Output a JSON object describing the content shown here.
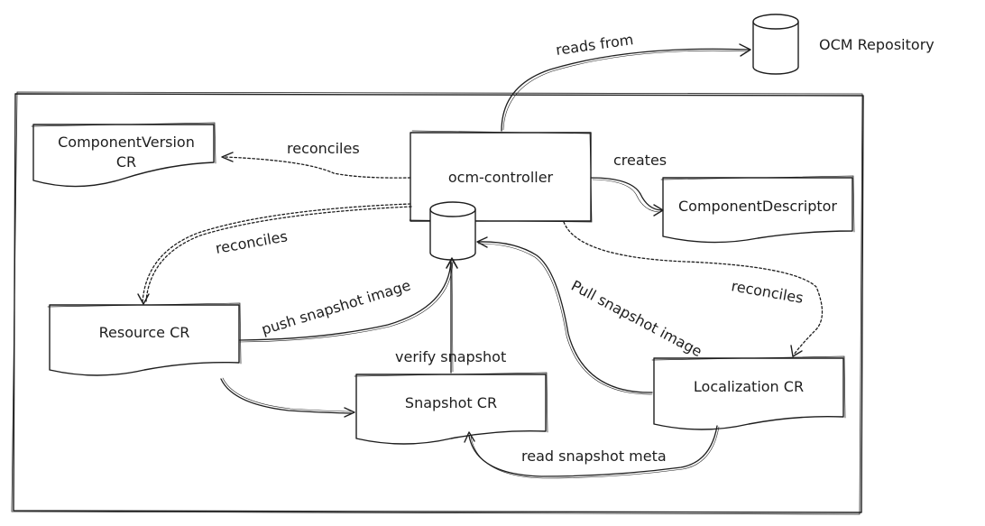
{
  "nodes": {
    "ocm_repository": "OCM Repository",
    "ocm_controller": "ocm-controller",
    "component_version_cr": [
      "ComponentVersion",
      "CR"
    ],
    "component_descriptor": "ComponentDescriptor",
    "resource_cr": "Resource CR",
    "snapshot_cr": "Snapshot CR",
    "localization_cr": "Localization CR"
  },
  "edges": {
    "reads_from": "reads from",
    "reconciles_component_version": "reconciles",
    "creates": "creates",
    "reconciles_resource": "reconciles",
    "reconciles_localization": "reconciles",
    "push_snapshot_image": "push snapshot image",
    "pull_snapshot_image": "Pull snapshot image",
    "verify_snapshot": "verify snapshot",
    "read_snapshot_meta": "read snapshot meta"
  }
}
